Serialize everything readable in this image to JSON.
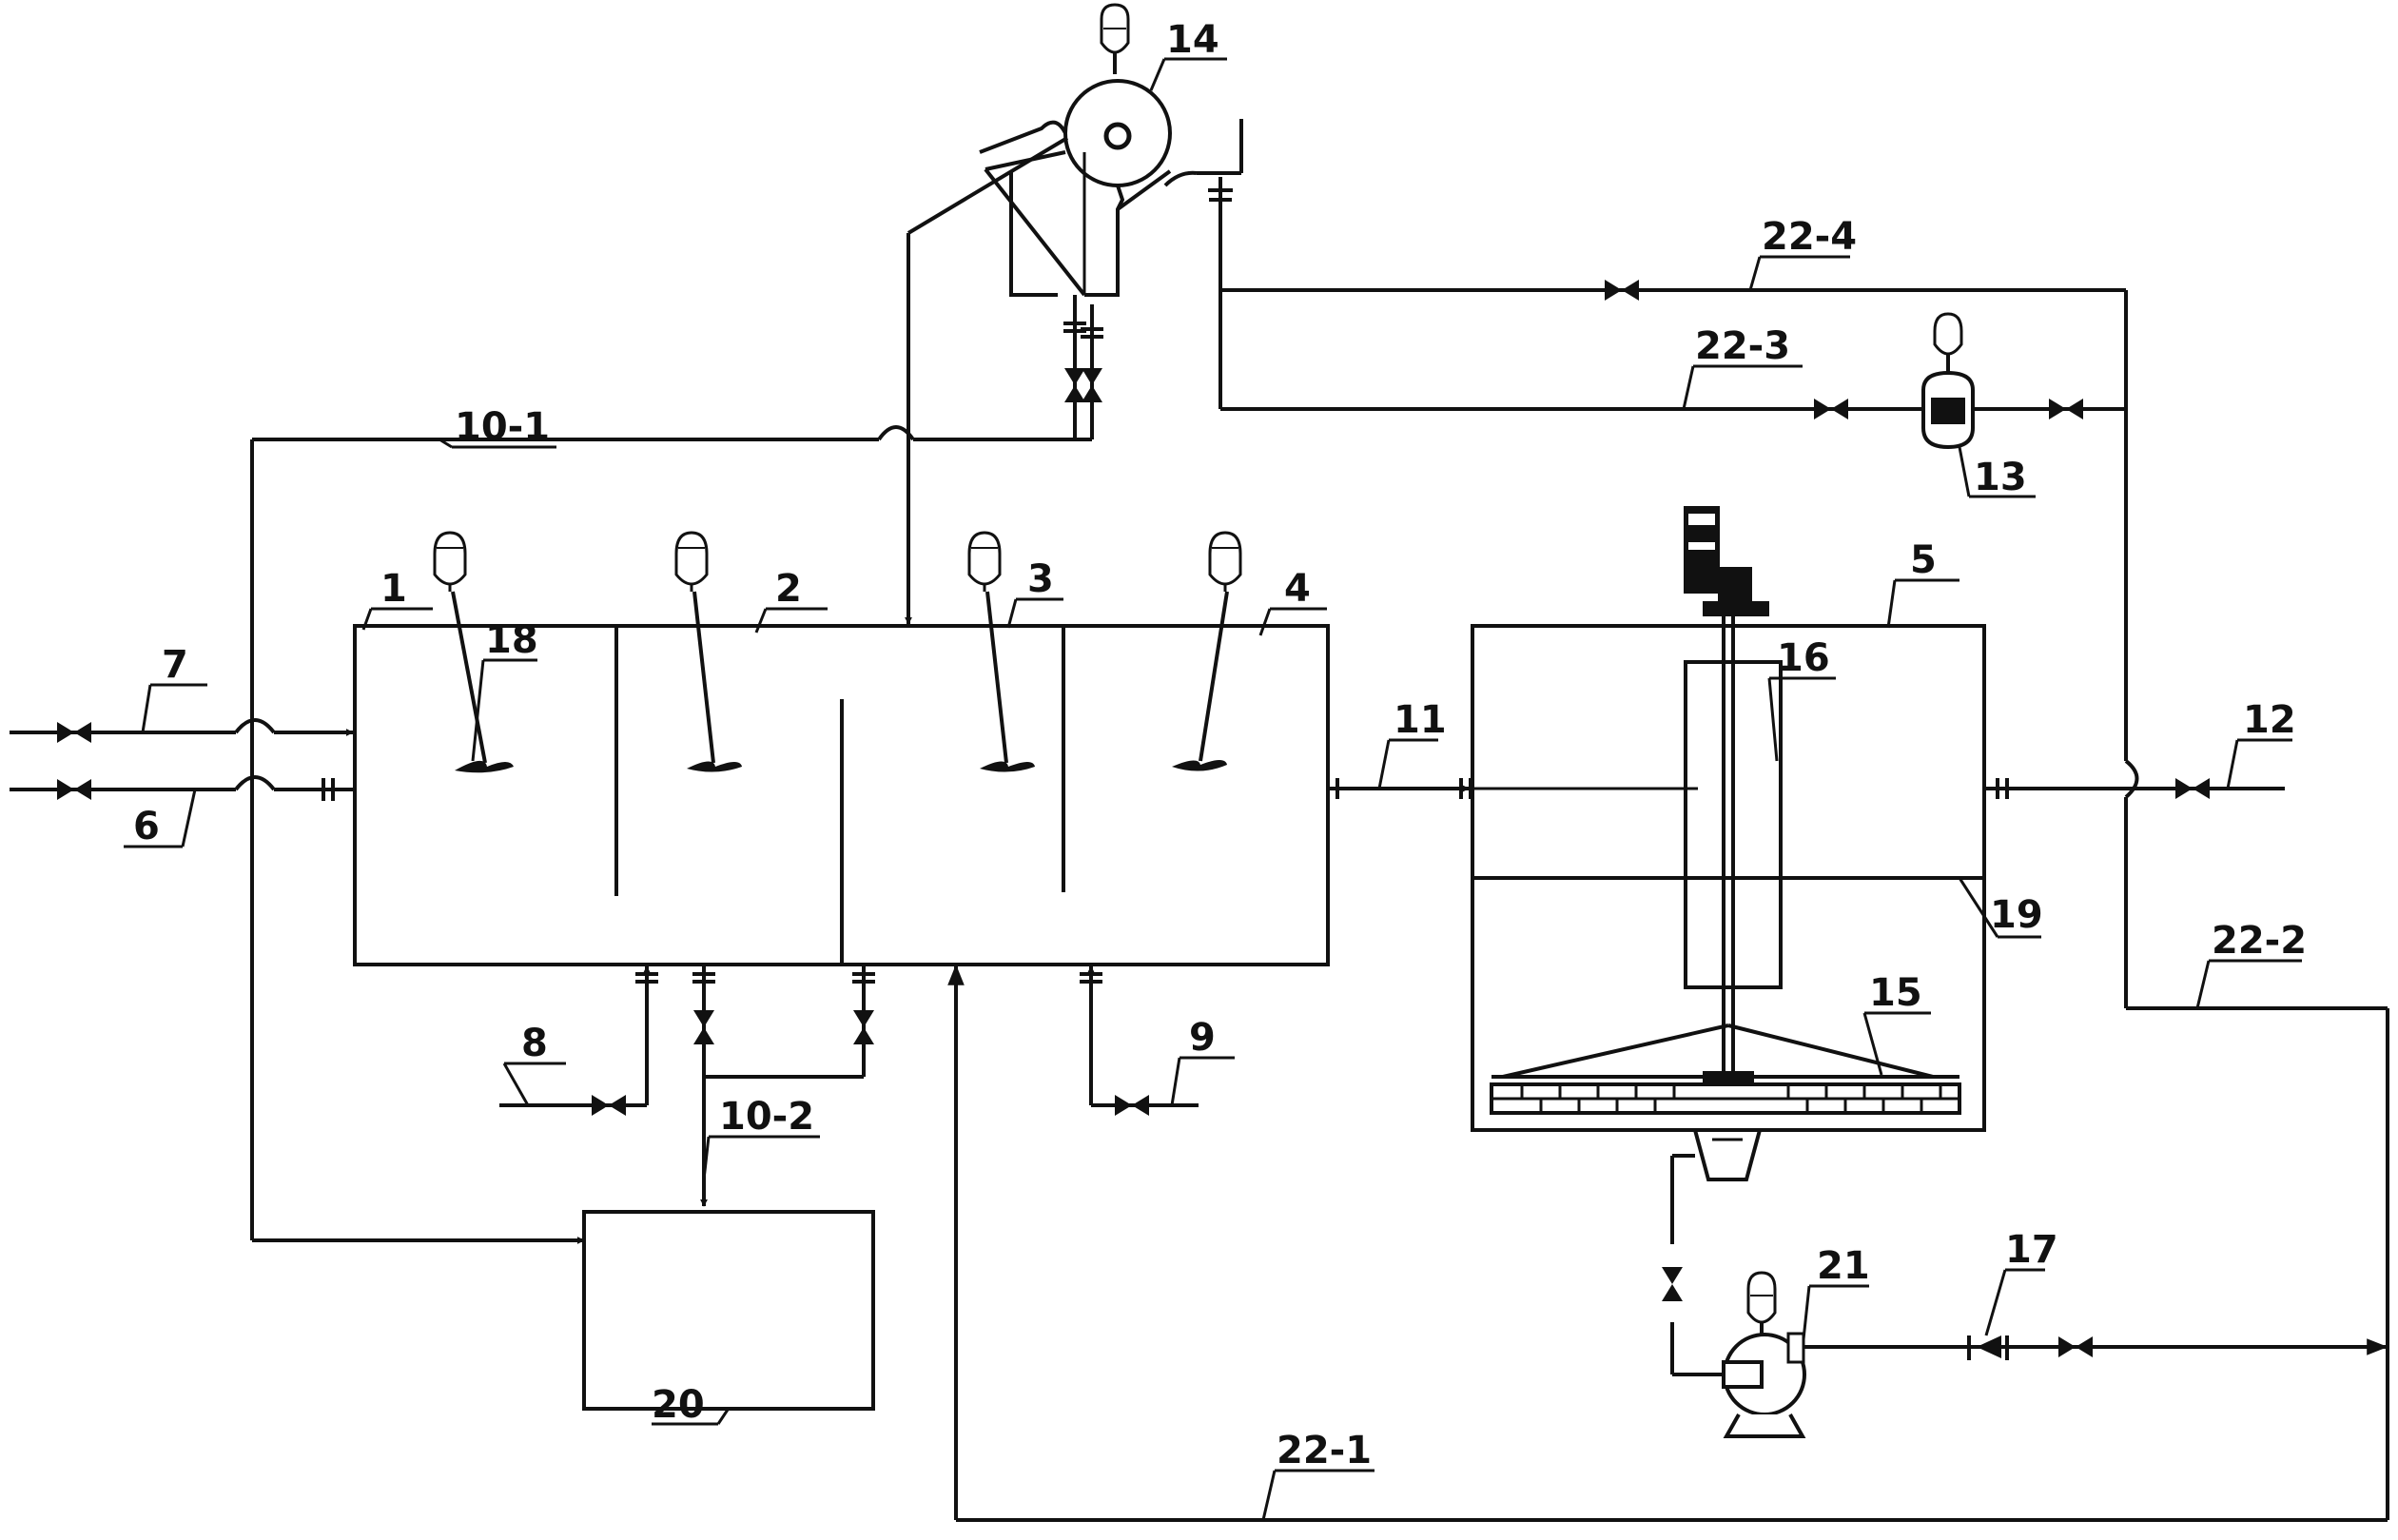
{
  "labels": {
    "l1": "1",
    "l2": "2",
    "l3": "3",
    "l4": "4",
    "l5": "5",
    "l6": "6",
    "l7": "7",
    "l8": "8",
    "l9": "9",
    "l10_1": "10-1",
    "l10_2": "10-2",
    "l11": "11",
    "l12": "12",
    "l13": "13",
    "l14": "14",
    "l15": "15",
    "l16": "16",
    "l17": "17",
    "l18": "18",
    "l19": "19",
    "l20": "20",
    "l21": "21",
    "l22_1": "22-1",
    "l22_2": "22-2",
    "l22_3": "22-3",
    "l22_4": "22-4"
  }
}
